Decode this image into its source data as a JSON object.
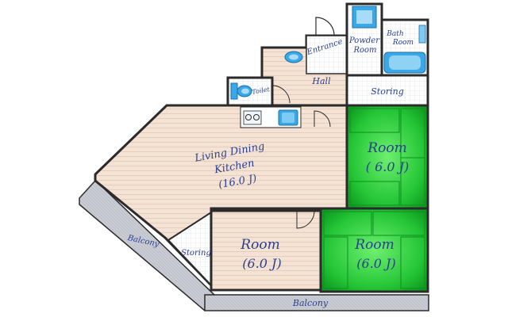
{
  "colors": {
    "wall": "#2b2b2b",
    "wood": "#f4e3d4",
    "tatami": "#27c93a",
    "tatami_dark": "#0e8f1e",
    "tile": "#ffffff",
    "balcony": "#c9ccd3",
    "text": "#2a3f8f",
    "fixture": "#3aa8e8"
  },
  "rooms": {
    "ldk": {
      "line1": "Living Dining",
      "line2": "Kitchen",
      "size": "(16.0 J)"
    },
    "room_ne": {
      "name": "Room",
      "size": "( 6.0 J)"
    },
    "room_center": {
      "name": "Room",
      "size": "(6.0 J)"
    },
    "room_se": {
      "name": "Room",
      "size": "(6.0 J)"
    },
    "entrance": "Entrance",
    "hall": "Hall",
    "toilet": "Toilet",
    "powder": {
      "line1": "Powder",
      "line2": "Room"
    },
    "bath": {
      "line1": "Bath",
      "line2": "Room"
    },
    "storing_ne": "Storing",
    "storing_sw": "Storing",
    "balcony_left": "Balcony",
    "balcony_bottom": "Balcony"
  },
  "icons": [
    "toilet-icon",
    "sink-icon",
    "stove-icon",
    "bathtub-icon",
    "washbasin-icon",
    "washing-machine-icon"
  ]
}
